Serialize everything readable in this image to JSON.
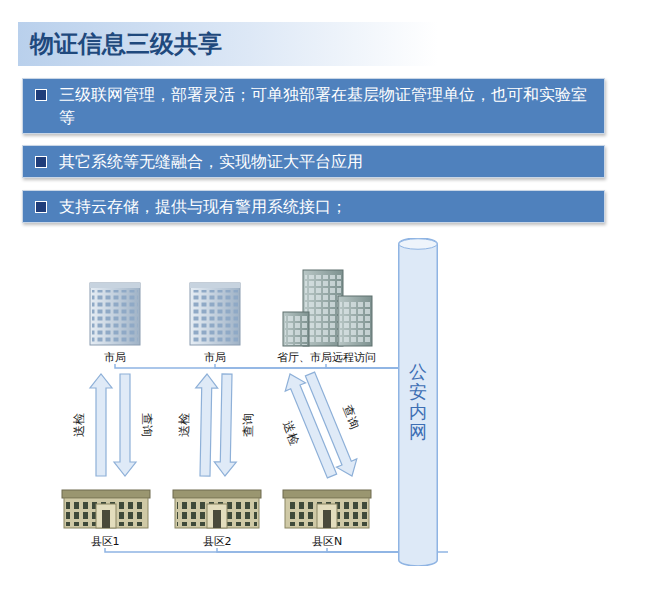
{
  "diagram": {
    "title": "物证信息三级共享",
    "nodes": [
      {
        "text": [
          "三级联网管理，部署灵活；可单独部署在基层物证管理单位，也可和实验室等"
        ]
      },
      {
        "text": [
          "其它系统等无缝融合，实现物证大平台应用"
        ]
      },
      {
        "text": [
          "支持云存储，提供与现有警用系统接口；"
        ]
      },
      {
        "text": [
          "市局"
        ]
      },
      {
        "text": [
          "市局"
        ]
      },
      {
        "text": [
          "省厅、市局远程访问"
        ]
      },
      {
        "text": [
          "县区1"
        ]
      },
      {
        "text": [
          "县区2"
        ]
      },
      {
        "text": [
          "县区N"
        ]
      },
      {
        "text": [
          "公安内网"
        ]
      }
    ],
    "edges": [
      {
        "from": 6,
        "to": 3,
        "label": "送检",
        "arrow": "to"
      },
      {
        "from": 3,
        "to": 6,
        "label": "查询",
        "arrow": "to"
      },
      {
        "from": 7,
        "to": 4,
        "label": "送检",
        "arrow": "to"
      },
      {
        "from": 4,
        "to": 7,
        "label": "查询",
        "arrow": "to"
      },
      {
        "from": 8,
        "to": 5,
        "label": "送检",
        "arrow": "to"
      },
      {
        "from": 5,
        "to": 8,
        "label": "查询",
        "arrow": "to"
      },
      {
        "from": 3,
        "to": 9,
        "arrow": "none"
      },
      {
        "from": 4,
        "to": 9,
        "arrow": "none"
      },
      {
        "from": 5,
        "to": 9,
        "arrow": "none"
      },
      {
        "from": 6,
        "to": 9,
        "arrow": "none"
      },
      {
        "from": 7,
        "to": 9,
        "arrow": "none"
      },
      {
        "from": 8,
        "to": 9,
        "arrow": "none"
      }
    ]
  }
}
